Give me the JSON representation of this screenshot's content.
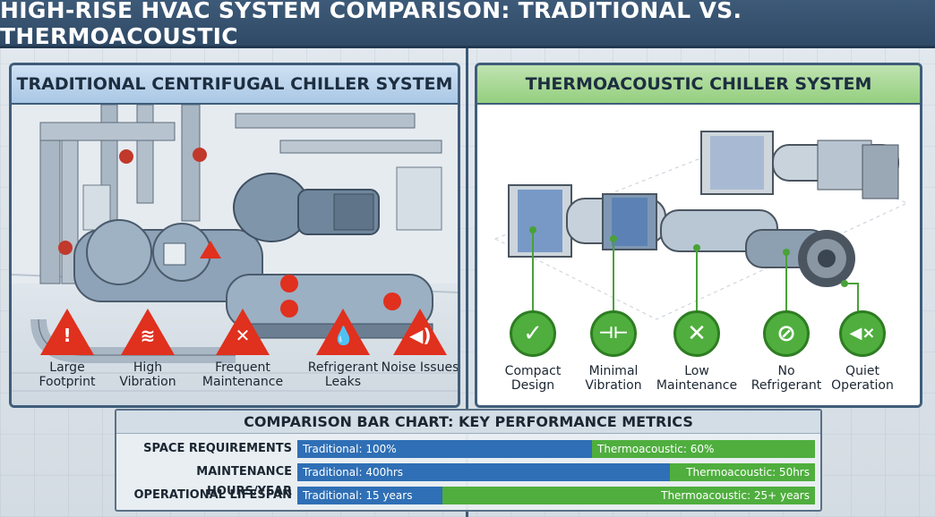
{
  "title": "HIGH-RISE HVAC SYSTEM COMPARISON: TRADITIONAL VS. THERMOACOUSTIC",
  "left_panel": {
    "header": "TRADITIONAL CENTRIFUGAL CHILLER SYSTEM",
    "issues": [
      {
        "label": "Large Footprint",
        "icon": "exclamation-icon",
        "glyph": "!"
      },
      {
        "label": "High Vibration",
        "icon": "vibration-icon",
        "glyph": "≋"
      },
      {
        "label": "Frequent Maintenance",
        "icon": "wrench-icon",
        "glyph": "✕"
      },
      {
        "label": "Refrigerant Leaks",
        "icon": "droplet-icon",
        "glyph": "💧"
      },
      {
        "label": "Noise Issues",
        "icon": "speaker-icon",
        "glyph": "◀)"
      }
    ]
  },
  "right_panel": {
    "header": "THERMOACOUSTIC CHILLER SYSTEM",
    "benefits": [
      {
        "label": "Compact Design",
        "icon": "checkmark-icon",
        "glyph": "✓"
      },
      {
        "label": "Minimal Vibration",
        "icon": "flat-wave-icon",
        "glyph": "⊣⊢"
      },
      {
        "label": "Low Maintenance",
        "icon": "tools-icon",
        "glyph": "✕"
      },
      {
        "label": "No Refrigerant",
        "icon": "no-refrigerant-icon",
        "glyph": "⊘"
      },
      {
        "label": "Quiet Operation",
        "icon": "mute-speaker-icon",
        "glyph": "◀×"
      }
    ]
  },
  "colors": {
    "traditional": "#2f6fb5",
    "thermoacoustic": "#4fae3e",
    "warning": "#e0301e"
  },
  "chart_data": {
    "type": "bar",
    "title": "COMPARISON BAR CHART: KEY PERFORMANCE METRICS",
    "categories": [
      "SPACE REQUIREMENTS",
      "MAINTENANCE HOURS/YEAR",
      "OPERATIONAL LIFESPAN"
    ],
    "series": [
      {
        "name": "Traditional",
        "labels": [
          "Traditional: 100%",
          "Traditional: 400hrs",
          "Traditional: 15 years"
        ],
        "share": [
          0.57,
          0.72,
          0.28
        ]
      },
      {
        "name": "Thermoacoustic",
        "labels": [
          "Thermoacoustic: 60%",
          "Thermoacoustic: 50hrs",
          "Thermoacoustic: 25+ years"
        ],
        "share": [
          0.43,
          0.28,
          0.72
        ]
      }
    ]
  }
}
